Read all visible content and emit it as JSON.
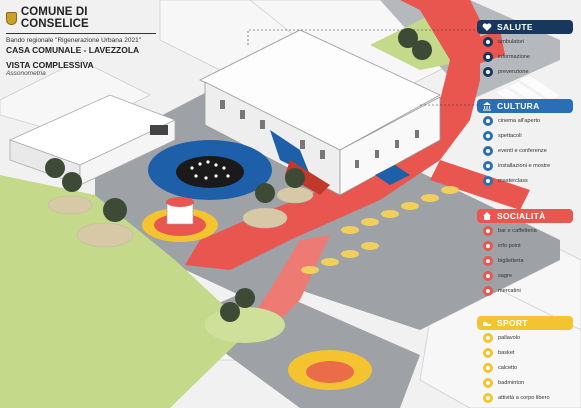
{
  "header": {
    "title": "COMUNE DI CONSELICE",
    "subtitle": "Bando regionale \"Rigenerazione Urbana 2021\"",
    "project": "CASA COMUNALE - LAVEZZOLA",
    "view": "VISTA COMPLESSIVA",
    "view_note": "Assonometria"
  },
  "colors": {
    "salute": "#17375e",
    "cultura": "#2a6fb5",
    "socialita": "#e8564f",
    "sport": "#f4c430",
    "red_path": "#e8564f",
    "grass": "#c5d98a"
  },
  "legend": [
    {
      "key": "salute",
      "title": "SALUTE",
      "icon": "heart-icon",
      "items": [
        "ambulatori",
        "informazione",
        "prevenzione"
      ]
    },
    {
      "key": "cultura",
      "title": "CULTURA",
      "icon": "museum-icon",
      "items": [
        "cinema all'aperto",
        "spettacoli",
        "eventi e conferenze",
        "installazioni e mostre",
        "masterclass"
      ]
    },
    {
      "key": "socialita",
      "title": "SOCIALITÀ",
      "icon": "house-icon",
      "items": [
        "bar e caffetteria",
        "info point",
        "biglietteria",
        "sagre",
        "mercatini"
      ]
    },
    {
      "key": "sport",
      "title": "SPORT",
      "icon": "sneaker-icon",
      "items": [
        "pallavolo",
        "basket",
        "calcetto",
        "badminton",
        "attività a corpo libero"
      ]
    }
  ]
}
